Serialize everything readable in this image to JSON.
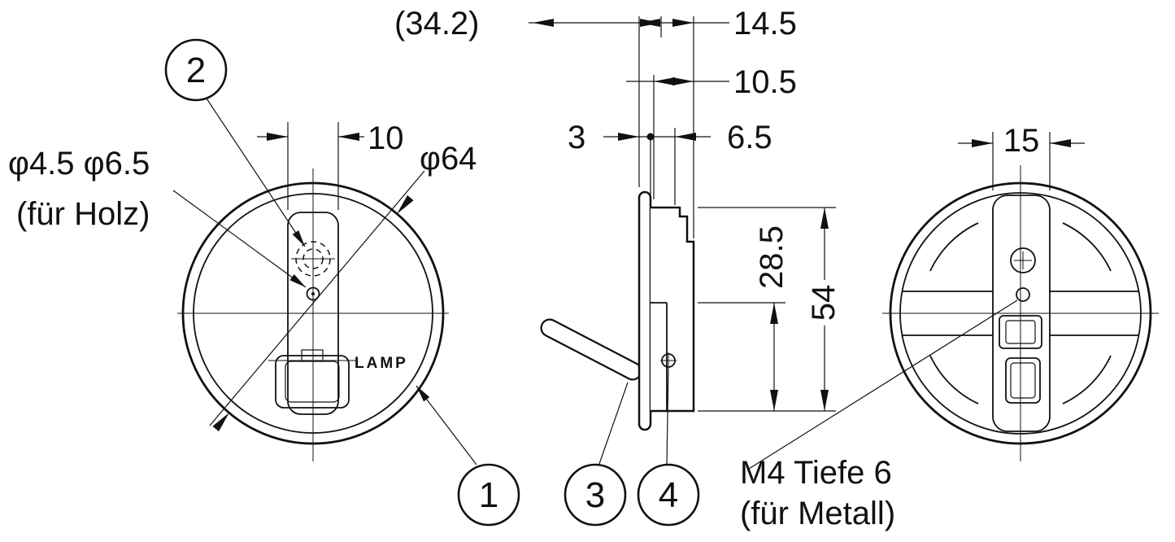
{
  "colors": {
    "ink": "#111111",
    "paper": "#ffffff"
  },
  "front_view": {
    "dim_slot_width": "10",
    "dia_label": "φ64",
    "hole_dia_label": "φ4.5 φ6.5",
    "hole_note": "(für Holz)",
    "brand": "LAMP"
  },
  "side_view": {
    "dim_overall_ref": "(34.2)",
    "dim_depth": "14.5",
    "dim_body_depth": "10.5",
    "dim_flange_thickness": "3",
    "dim_offset": "6.5",
    "dim_inner_height": "28.5",
    "dim_height": "54"
  },
  "rear_view": {
    "dim_boss_width": "15",
    "thread_label": "M4 Tiefe 6",
    "thread_note": "(für Metall)"
  },
  "callouts": {
    "no1": "1",
    "no2": "2",
    "no3": "3",
    "no4": "4"
  }
}
